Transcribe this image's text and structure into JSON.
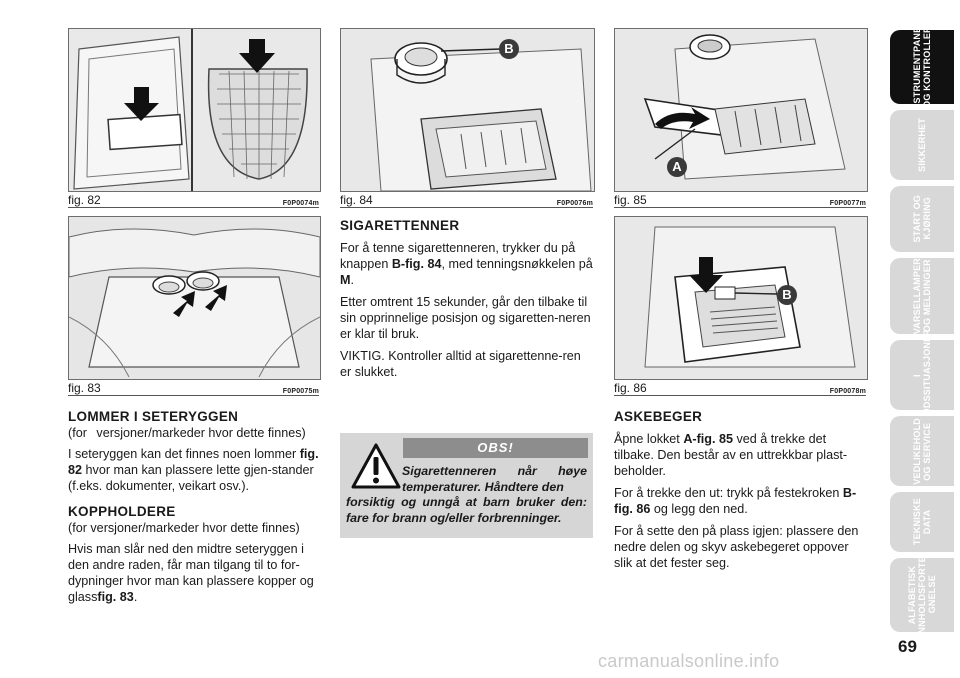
{
  "figures": {
    "fig82": {
      "num": "fig. 82",
      "code": "F0P0074m"
    },
    "fig83": {
      "num": "fig. 83",
      "code": "F0P0075m"
    },
    "fig84": {
      "num": "fig. 84",
      "code": "F0P0076m",
      "callout": "B"
    },
    "fig85": {
      "num": "fig. 85",
      "code": "F0P0077m",
      "callout": "A"
    },
    "fig86": {
      "num": "fig. 86",
      "code": "F0P0078m",
      "callout": "B"
    }
  },
  "left_column": {
    "lommer_title": "LOMMER I SETERYGGEN",
    "lommer_sub": "(for   versjoner/markeder hvor dette finnes)",
    "lommer_text": [
      "I seteryggen kan det finnes noen lommer ",
      "fig. 82",
      " hvor man kan plassere lette gjen-stander (f.eks. dokumenter, veikart osv.)."
    ],
    "kopp_title": "KOPPHOLDERE",
    "kopp_sub": "(for versjoner/markeder hvor dette finnes)",
    "kopp_text": [
      "Hvis man slår ned den midtre seteryggen i den andre raden, får man tilgang til to for-dypninger hvor man kan plassere kopper og glass",
      "fig. 83",
      "."
    ]
  },
  "middle_column": {
    "title": "SIGARETTENNER",
    "p1": [
      "For å tenne sigarettenneren, trykker du på knappen ",
      "B-fig. 84",
      ", med tenningsnøkkelen på ",
      "M",
      "."
    ],
    "p2": "Etter omtrent 15 sekunder, går den tilbake til sin opprinnelige posisjon og sigaretten-neren er klar til bruk.",
    "p3": "VIKTIG. Kontroller alltid at sigarettenne-ren er slukket."
  },
  "warning": {
    "header": "OBS!",
    "text_indent": "Sigarettenneren når høye temperaturer. Håndtere den",
    "text_rest": "forsiktig og unngå at barn bruker den: fare for brann og/eller forbrenninger."
  },
  "right_column": {
    "title": "ASKEBEGER",
    "p1": [
      "Åpne lokket ",
      "A-fig. 85",
      " ved å trekke det tilbake. Den består av en uttrekkbar plast-beholder."
    ],
    "p2": [
      "For å trekke den ut: trykk på festekroken ",
      "B-fig. 86",
      " og legg den ned."
    ],
    "p3": "For å sette den på plass igjen: plassere den nedre delen og skyv askebegeret oppover slik at det fester seg."
  },
  "sidebar_tabs": [
    {
      "label": "INSTRUMENTPANEL\nOG KONTROLLER",
      "active": true
    },
    {
      "label": "SIKKERHET",
      "active": false
    },
    {
      "label": "START OG\nKJØRING",
      "active": false
    },
    {
      "label": "VARSELLAMPER\nOG MELDINGER",
      "active": false
    },
    {
      "label": "I NØDSSITUASJONER",
      "active": false
    },
    {
      "label": "VEDLIKEHOLD\nOG SERVICE",
      "active": false
    },
    {
      "label": "TEKNISKE\nDATA",
      "active": false
    },
    {
      "label": "ALFABETISK\nINNHOLDSFORTE-\nGNELSE",
      "active": false
    }
  ],
  "page_number": "69",
  "watermark": "carmanualsonline.info",
  "colors": {
    "tab_active": "#111111",
    "tab_inactive": "#d8d8d8",
    "callout": "#3a3a3a",
    "warn_bg": "#d6d6d6",
    "warn_header": "#8d8d8d"
  }
}
